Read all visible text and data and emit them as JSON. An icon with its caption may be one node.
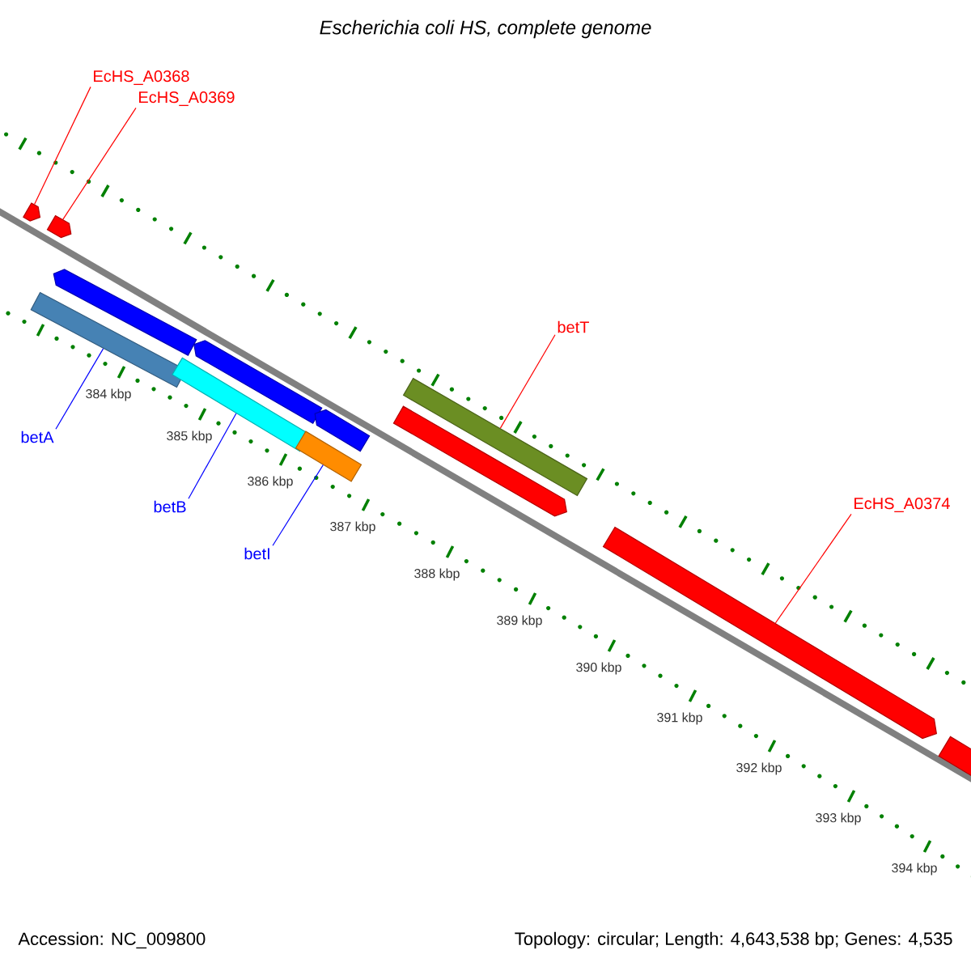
{
  "diagram": {
    "title": "Escherichia coli HS, complete genome",
    "nodes": [
      {
        "text": [
          "EcHS_A0368"
        ]
      },
      {
        "text": [
          "EcHS_A0369"
        ]
      },
      {
        "text": [],
        "shape": "pentagon"
      },
      {
        "text": [],
        "shape": "pentagon"
      },
      {
        "text": [],
        "shape": "pentagon"
      },
      {
        "text": [],
        "shape": "bar"
      },
      {
        "text": [],
        "shape": "pentagon"
      },
      {
        "text": [],
        "shape": "bar"
      },
      {
        "text": [],
        "shape": "pentagon"
      },
      {
        "text": [],
        "shape": "bar"
      },
      {
        "text": [
          "betA"
        ]
      },
      {
        "text": [
          "betB"
        ]
      },
      {
        "text": [
          "betI"
        ]
      },
      {
        "text": [
          "betT"
        ]
      },
      {
        "text": [],
        "shape": "bar"
      },
      {
        "text": [],
        "shape": "pentagon"
      },
      {
        "text": [
          "EcHS_A0374"
        ]
      },
      {
        "text": [],
        "shape": "pentagon"
      },
      {
        "text": [],
        "shape": "pentagon"
      }
    ],
    "edges": [
      {
        "from": 0,
        "to": 2,
        "arrow": "none"
      },
      {
        "from": 1,
        "to": 3,
        "arrow": "none"
      },
      {
        "from": 10,
        "to": 5,
        "arrow": "none",
        "color": "#0000ff"
      },
      {
        "from": 11,
        "to": 7,
        "arrow": "none",
        "color": "#0000ff"
      },
      {
        "from": 12,
        "to": 9,
        "arrow": "none",
        "color": "#0000ff"
      },
      {
        "from": 13,
        "to": 14,
        "arrow": "none"
      },
      {
        "from": 16,
        "to": 17,
        "arrow": "none"
      }
    ],
    "labels": [
      "384 kbp",
      "385 kbp",
      "386 kbp",
      "387 kbp",
      "388 kbp",
      "389 kbp",
      "390 kbp",
      "391 kbp",
      "392 kbp",
      "393 kbp",
      "394 kbp",
      "Accession: NC_009800",
      "Topology: circular; Length: 4,643,538 bp; Genes: 4,535"
    ]
  }
}
